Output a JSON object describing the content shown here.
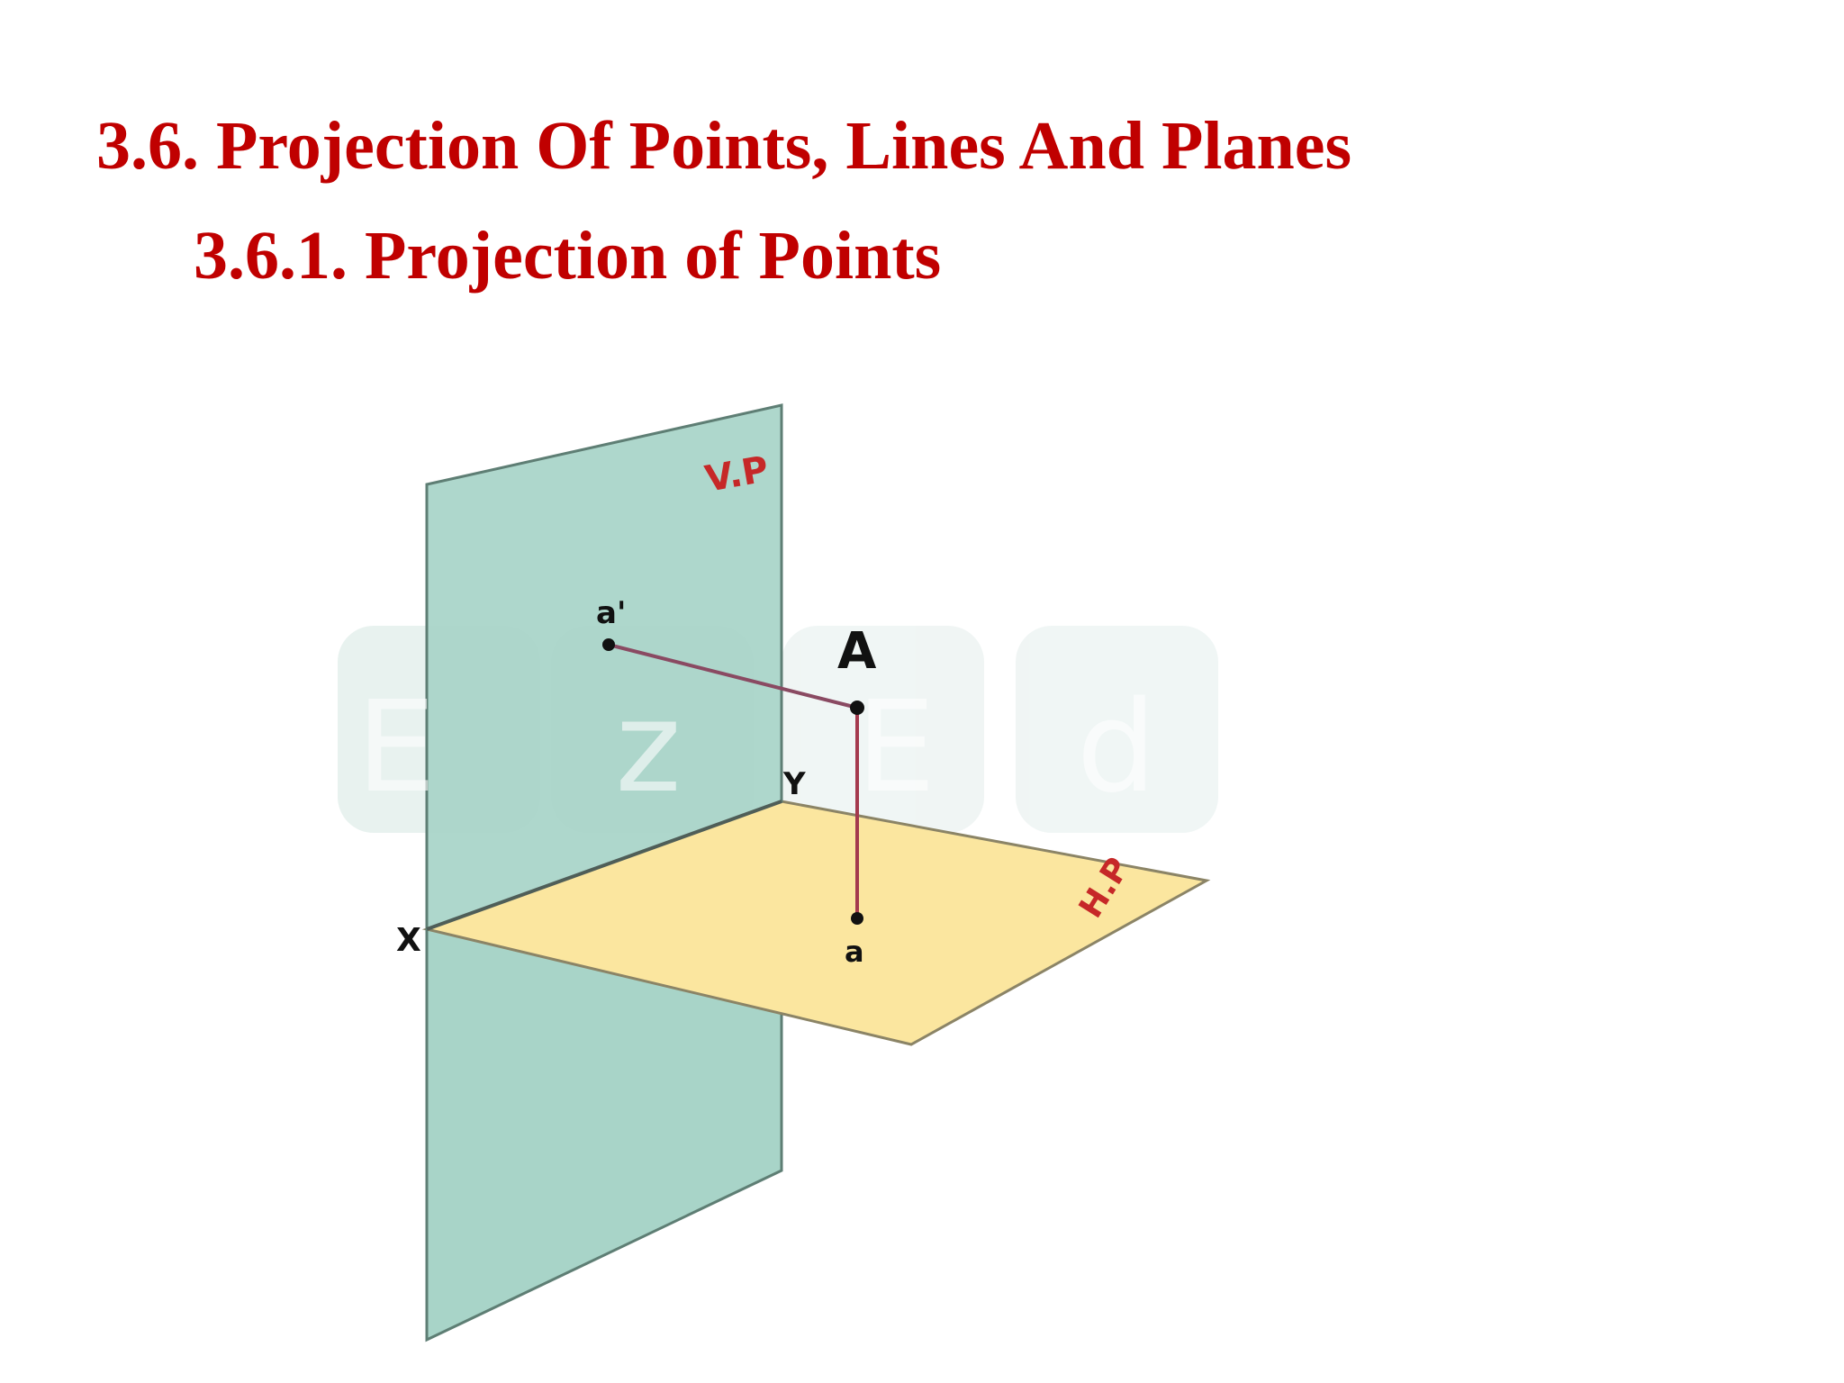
{
  "heading": {
    "main": "3.6. Projection Of Points, Lines And Planes",
    "sub": "3.6.1. Projection of Points",
    "color": "#c00000"
  },
  "diagram": {
    "vertical_plane_label": "V.P",
    "horizontal_plane_label": "H.P",
    "point_label": "A",
    "front_view_label": "a'",
    "top_view_label": "a",
    "x_label": "X",
    "y_label": "Y",
    "watermark": [
      "E",
      "z",
      "E",
      "d"
    ],
    "colors": {
      "vertical_plane": "#a8d4c8",
      "horizontal_plane": "#fbe69f",
      "label_red": "#c62828",
      "projector": "#a43a4e"
    }
  }
}
